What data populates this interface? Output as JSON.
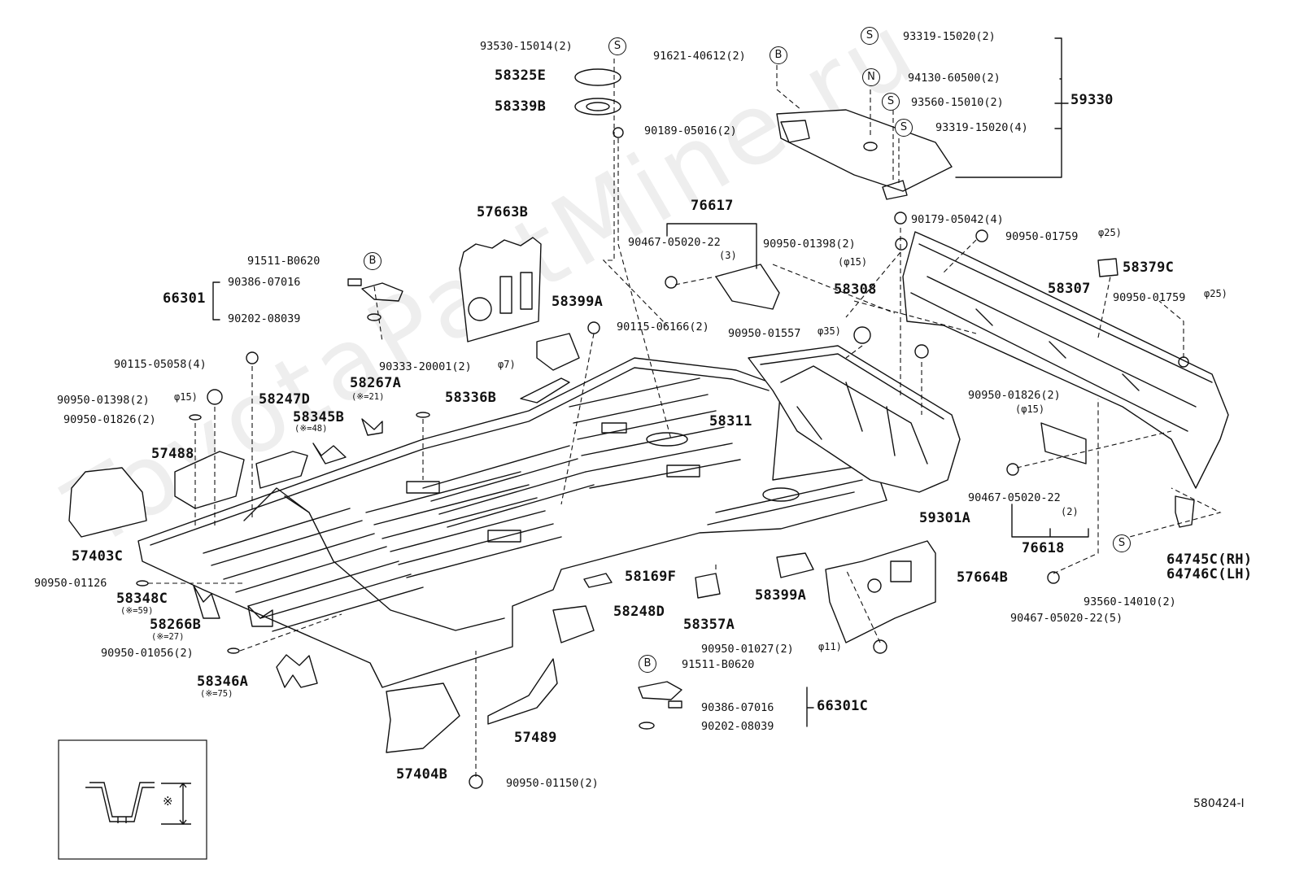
{
  "diagram_id": "580424-I",
  "watermark": "ToyotaPartMine.ru",
  "colors": {
    "ink": "#111111",
    "paper": "#ffffff",
    "watermark": "#eeeeee"
  },
  "badges": {
    "S": "S",
    "N": "N",
    "B": "B"
  },
  "inset": {
    "symbol": "※"
  },
  "labels": {
    "p93530": "93530-15014(2)",
    "p58325E": "58325E",
    "p58339B": "58339B",
    "p90189": "90189-05016(2)",
    "p91621": "91621-40612(2)",
    "p93319a": "93319-15020(2)",
    "p94130": "94130-60500(2)",
    "p93560": "93560-15010(2)",
    "p93319b": "93319-15020(4)",
    "p59330": "59330",
    "p90179": "90179-05042(4)",
    "p90950_01759a": "90950-01759",
    "p90950_01759a_dia": "φ25)",
    "p58379C": "58379C",
    "p58307": "58307",
    "p90950_01759b": "90950-01759",
    "p90950_01759b_dia": "φ25)",
    "p76617": "76617",
    "p90467a": "90467-05020-22",
    "p90467a_qty": "(3)",
    "p90950_01398a": "90950-01398(2)",
    "p90950_01398a_dia": "(φ15)",
    "p58308": "58308",
    "p90950_01557": "90950-01557",
    "p90950_01557_dia": "φ35)",
    "p57663B": "57663B",
    "p58399A_top": "58399A",
    "p90115_06166": "90115-06166(2)",
    "p91511a": "91511-B0620",
    "p66301": "66301",
    "p90386a": "90386-07016",
    "p90202a": "90202-08039",
    "p90115_05058": "90115-05058(4)",
    "p90333": "90333-20001(2)",
    "p90333_dia": "φ7)",
    "p58267A": "58267A",
    "p58267A_note": "(※=21)",
    "p58336B": "58336B",
    "p90950_01398b": "90950-01398(2)",
    "p90950_01398b_dia": "φ15)",
    "p58247D": "58247D",
    "p90950_01826a": "90950-01826(2)",
    "p58345B": "58345B",
    "p58345B_note": "(※=48)",
    "p58311": "58311",
    "p90950_01826b": "90950-01826(2)",
    "p90950_01826b_dia": "(φ15)",
    "p57488": "57488",
    "p57403C": "57403C",
    "p59301A": "59301A",
    "p90467b": "90467-05020-22",
    "p90467b_qty": "(2)",
    "p76618": "76618",
    "p64745C": "64745C(RH)",
    "p64746C": "64746C(LH)",
    "p90950_01126": "90950-01126",
    "p58348C": "58348C",
    "p58348C_note": "(※=59)",
    "p58169F": "58169F",
    "p58399A_bot": "58399A",
    "p57664B": "57664B",
    "p58266B": "58266B",
    "p58266B_note": "(※=27)",
    "p58248D": "58248D",
    "p58357A": "58357A",
    "p93560_14010": "93560-14010(2)",
    "p90467c": "90467-05020-22(5)",
    "p90950_01056": "90950-01056(2)",
    "p90950_01027": "90950-01027(2)",
    "p90950_01027_dia": "φ11)",
    "p91511b": "91511-B0620",
    "p58346A": "58346A",
    "p58346A_note": "(※=75)",
    "p90386b": "90386-07016",
    "p66301C": "66301C",
    "p90202b": "90202-08039",
    "p57489": "57489",
    "p57404B": "57404B",
    "p90950_01150": "90950-01150(2)"
  }
}
